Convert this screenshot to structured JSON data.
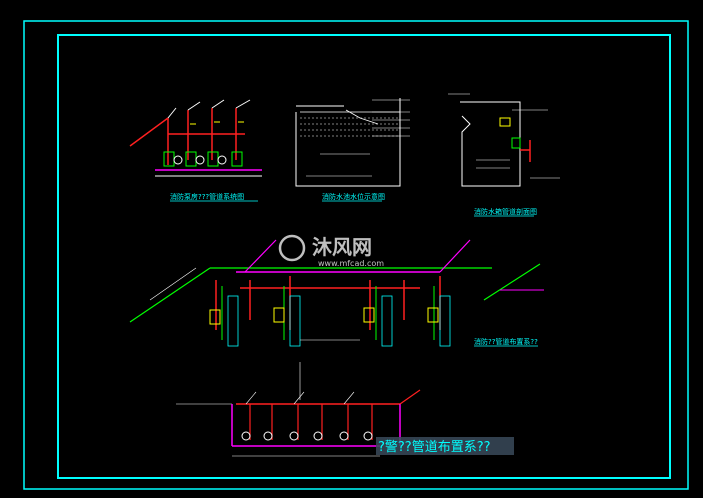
{
  "colors": {
    "background": "#000000",
    "frame": "#00ffff",
    "pipe_red": "#ff2020",
    "pipe_magenta": "#ff00ff",
    "pipe_green": "#00ff00",
    "pipe_yellow": "#ffff00",
    "line_white": "#ffffff",
    "label_cyan": "#00ffff"
  },
  "labels": {
    "pump_room_title": "消防泵房???管道系统图",
    "tank_title": "消防水池水位示意图",
    "roof_tank_title": "消防水箱管道剖面图",
    "hydrant_title": "消防??管道布置系??",
    "sprinkler_title": "?警??管道布置系??"
  },
  "watermark": {
    "brand": "沐风网",
    "url": "www.mfcad.com"
  }
}
